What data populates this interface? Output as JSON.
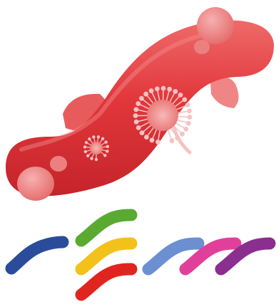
{
  "illustration": {
    "colors": {
      "main_body": "#e2373b",
      "main_body_highlight": "#ef6a6a",
      "main_body_shade": "#b81c23",
      "blob_light": "#f08f8f",
      "receptor_light": "#f6c2c2",
      "background": "#ffffff"
    },
    "main_shape_icon": "curved-red-rod-with-receptors",
    "swatches": [
      {
        "icon": "blue-worm-swatch",
        "color": "#2a4c9b"
      },
      {
        "icon": "green-worm-swatch",
        "color": "#5aaa32"
      },
      {
        "icon": "yellow-worm-swatch",
        "color": "#f2c21b"
      },
      {
        "icon": "red-worm-swatch",
        "color": "#e0251f"
      },
      {
        "icon": "light-blue-worm-swatch",
        "color": "#6b8fd0"
      },
      {
        "icon": "pink-worm-swatch",
        "color": "#e1409a"
      },
      {
        "icon": "purple-worm-swatch",
        "color": "#8a2f8f"
      }
    ]
  }
}
